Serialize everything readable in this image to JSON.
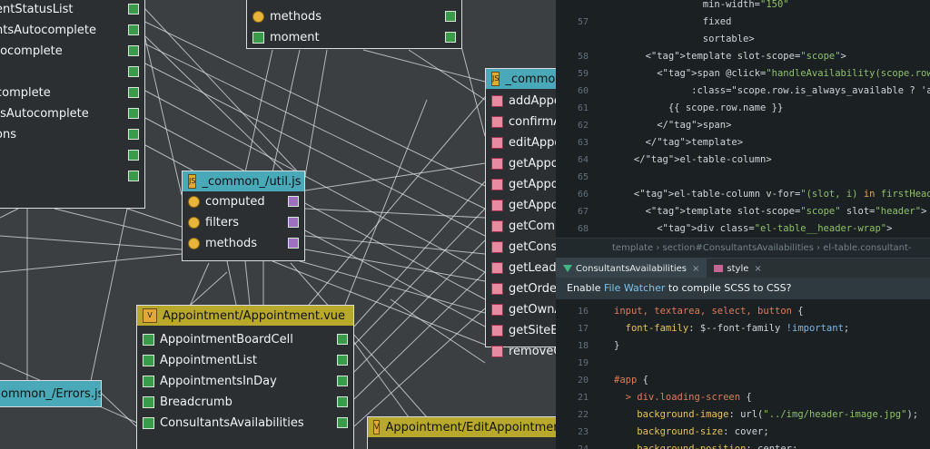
{
  "diagram": {
    "boxes": [
      {
        "id": "b1",
        "title": "",
        "rows": [
          {
            "label": "entStatusList",
            "icon": "none",
            "tail": "exp"
          },
          {
            "label": "ntsAutocomplete",
            "icon": "none",
            "tail": "exp"
          },
          {
            "label": "tocomplete",
            "icon": "none",
            "tail": "exp"
          },
          {
            "label": "",
            "icon": "none",
            "tail": "exp"
          },
          {
            "label": "complete",
            "icon": "none",
            "tail": "exp"
          },
          {
            "label": "tsAutocomplete",
            "icon": "none",
            "tail": "exp"
          },
          {
            "label": "ons",
            "icon": "none",
            "tail": "exp"
          },
          {
            "label": "",
            "icon": "none",
            "tail": "exp"
          },
          {
            "label": "",
            "icon": "none",
            "tail": "exp"
          }
        ]
      },
      {
        "id": "b2",
        "title": "",
        "rows": [
          {
            "label": "methods",
            "icon": "method",
            "tail": "exp"
          },
          {
            "label": "moment",
            "icon": "exp",
            "tail": "exp"
          }
        ]
      },
      {
        "id": "b3",
        "title": "_common_/util.js",
        "color": "teal",
        "rows": [
          {
            "label": "computed",
            "icon": "method",
            "tail": "purple"
          },
          {
            "label": "filters",
            "icon": "method",
            "tail": "purple"
          },
          {
            "label": "methods",
            "icon": "method",
            "tail": "purple"
          }
        ]
      },
      {
        "id": "b4",
        "title": "_common_",
        "color": "teal",
        "rows": [
          {
            "label": "addAppoi",
            "icon": "err"
          },
          {
            "label": "confirmAp",
            "icon": "err"
          },
          {
            "label": "editAppoi",
            "icon": "err"
          },
          {
            "label": "getAppoir",
            "icon": "err"
          },
          {
            "label": "getAppoir",
            "icon": "err"
          },
          {
            "label": "getAppoir",
            "icon": "err"
          },
          {
            "label": "getCompa",
            "icon": "err"
          },
          {
            "label": "getConsult",
            "icon": "err"
          },
          {
            "label": "getLeadsA",
            "icon": "err"
          },
          {
            "label": "getOrderE",
            "icon": "err"
          },
          {
            "label": "getOwnAp",
            "icon": "err"
          },
          {
            "label": "getSiteEve",
            "icon": "err"
          },
          {
            "label": "removeOr",
            "icon": "err"
          }
        ]
      },
      {
        "id": "b5",
        "title": "Appointment/Appointment.vue",
        "color": "olive",
        "rows": [
          {
            "label": "AppointmentBoardCell",
            "icon": "exp",
            "tail": "exp"
          },
          {
            "label": "AppointmentList",
            "icon": "exp",
            "tail": "exp"
          },
          {
            "label": "AppointmentsInDay",
            "icon": "exp",
            "tail": "exp"
          },
          {
            "label": "Breadcrumb",
            "icon": "exp",
            "tail": "exp"
          },
          {
            "label": "ConsultantsAvailabilities",
            "icon": "exp",
            "tail": "exp"
          }
        ]
      },
      {
        "id": "b6",
        "title": "ommon_/Errors.js",
        "color": "teal",
        "rows": []
      },
      {
        "id": "b7",
        "title": "Appointment/EditAppointment.vue",
        "color": "olive",
        "rows": []
      }
    ],
    "colors": {
      "background": "#3b3f42",
      "box_border": "#d8dde0",
      "teal_header": "#4aa9b8",
      "olive_header": "#b8a92c",
      "wire": "#dfe3e6"
    }
  },
  "editor": {
    "top_lines": [
      {
        "n": "",
        "html": "                  min-width=\"150\""
      },
      {
        "n": "57",
        "html": "                  fixed"
      },
      {
        "n": "",
        "html": "                  sortable>"
      },
      {
        "n": "58",
        "html": "        <template slot-scope=\"scope\">"
      },
      {
        "n": "59",
        "html": "          <span @click=\"handleAvailability(scope.row)\""
      },
      {
        "n": "60",
        "html": "                :class=\"scope.row.is_always_available ? 'al"
      },
      {
        "n": "61",
        "html": "            {{ scope.row.name }}"
      },
      {
        "n": "62",
        "html": "          </span>"
      },
      {
        "n": "63",
        "html": "        </template>"
      },
      {
        "n": "64",
        "html": "      </el-table-column>"
      },
      {
        "n": "65",
        "html": ""
      },
      {
        "n": "66",
        "html": "      <el-table-column v-for=\"(slot, i) in firstHeader\" :key=\"s"
      },
      {
        "n": "67",
        "html": "        <template slot-scope=\"scope\" slot=\"header\">"
      },
      {
        "n": "68",
        "html": "          <div class=\"el-table__header-wrap\">"
      }
    ],
    "breadcrumb": "template  ›  section#ConsultantsAvailabilities  ›  el-table.consultant-board-table",
    "tabs": [
      {
        "label": "ConsultantsAvailabilities",
        "active": true
      },
      {
        "label": "style",
        "active": false
      }
    ],
    "notice": {
      "prefix": "Enable ",
      "link": "File Watcher",
      "suffix": " to compile SCSS to CSS?"
    },
    "bottom_lines": [
      {
        "n": "16",
        "text": "input, textarea, select, button {"
      },
      {
        "n": "17",
        "text": "  font-family: $--font-family !important;"
      },
      {
        "n": "18",
        "text": "}"
      },
      {
        "n": "19",
        "text": ""
      },
      {
        "n": "20",
        "text": "#app {"
      },
      {
        "n": "21",
        "text": "  > div.loading-screen {"
      },
      {
        "n": "22",
        "text": "    background-image: url(\"../img/header-image.jpg\");"
      },
      {
        "n": "23",
        "text": "    background-size: cover;"
      },
      {
        "n": "24",
        "text": "    background-position: center;"
      }
    ]
  }
}
